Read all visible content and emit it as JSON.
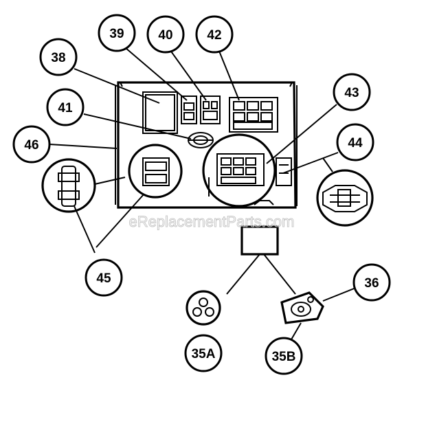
{
  "watermark": "eReplacementParts.com",
  "callouts": {
    "c38": "38",
    "c39": "39",
    "c40": "40",
    "c42": "42",
    "c41": "41",
    "c43": "43",
    "c46": "46",
    "c44": "44",
    "c45": "45",
    "c36": "36",
    "c35a": "35A",
    "c35b": "35B"
  }
}
